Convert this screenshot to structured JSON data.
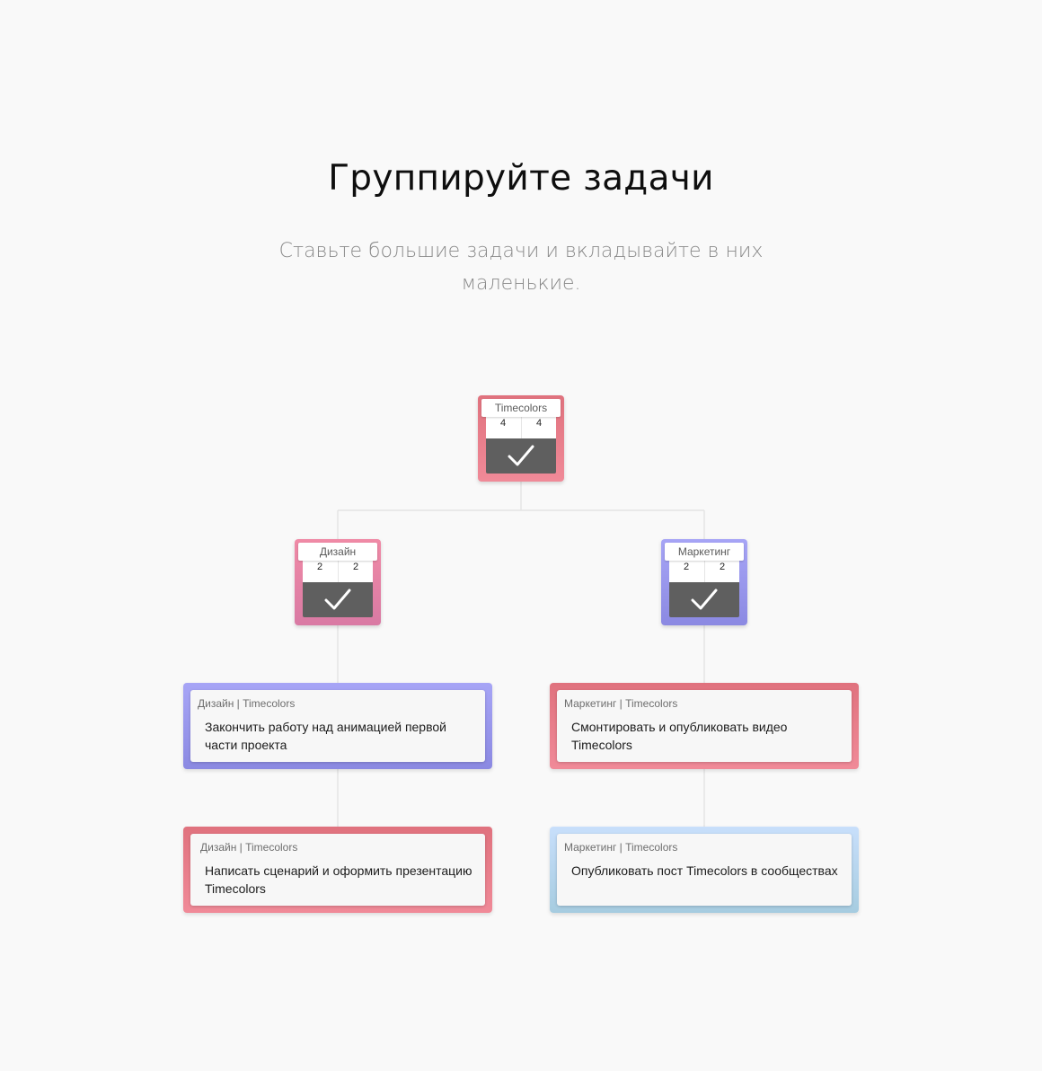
{
  "heading": {
    "title": "Группируйте задачи",
    "subtitle": "Ставьте большие задачи и вкладывайте в них маленькие."
  },
  "tree": {
    "root": {
      "label": "Timecolors",
      "count_left": "4",
      "count_right": "4",
      "color": "#e27783",
      "icon": "checkmark-icon"
    },
    "groups": [
      {
        "label": "Дизайн",
        "count_left": "2",
        "count_right": "2",
        "color": "#e985ac",
        "icon": "checkmark-icon"
      },
      {
        "label": "Маркетинг",
        "count_left": "2",
        "count_right": "2",
        "color": "#9d9bf2",
        "icon": "checkmark-icon"
      }
    ],
    "tasks": [
      {
        "meta": "Дизайн | Timecolors",
        "text": "Закончить работу над анимацией первой части проекта",
        "color": "#9d9bf2"
      },
      {
        "meta": "Маркетинг | Timecolors",
        "text": "Смонтировать и опубликовать видео Timecolors",
        "color": "#e97b88"
      },
      {
        "meta": "Дизайн | Timecolors",
        "text": "Написать сценарий и оформить презентацию Timecolors",
        "color": "#e97b88"
      },
      {
        "meta": "Маркетинг | Timecolors",
        "text": "Опубликовать пост Timecolors в сообществах",
        "color": "#b8d8f4"
      }
    ]
  }
}
